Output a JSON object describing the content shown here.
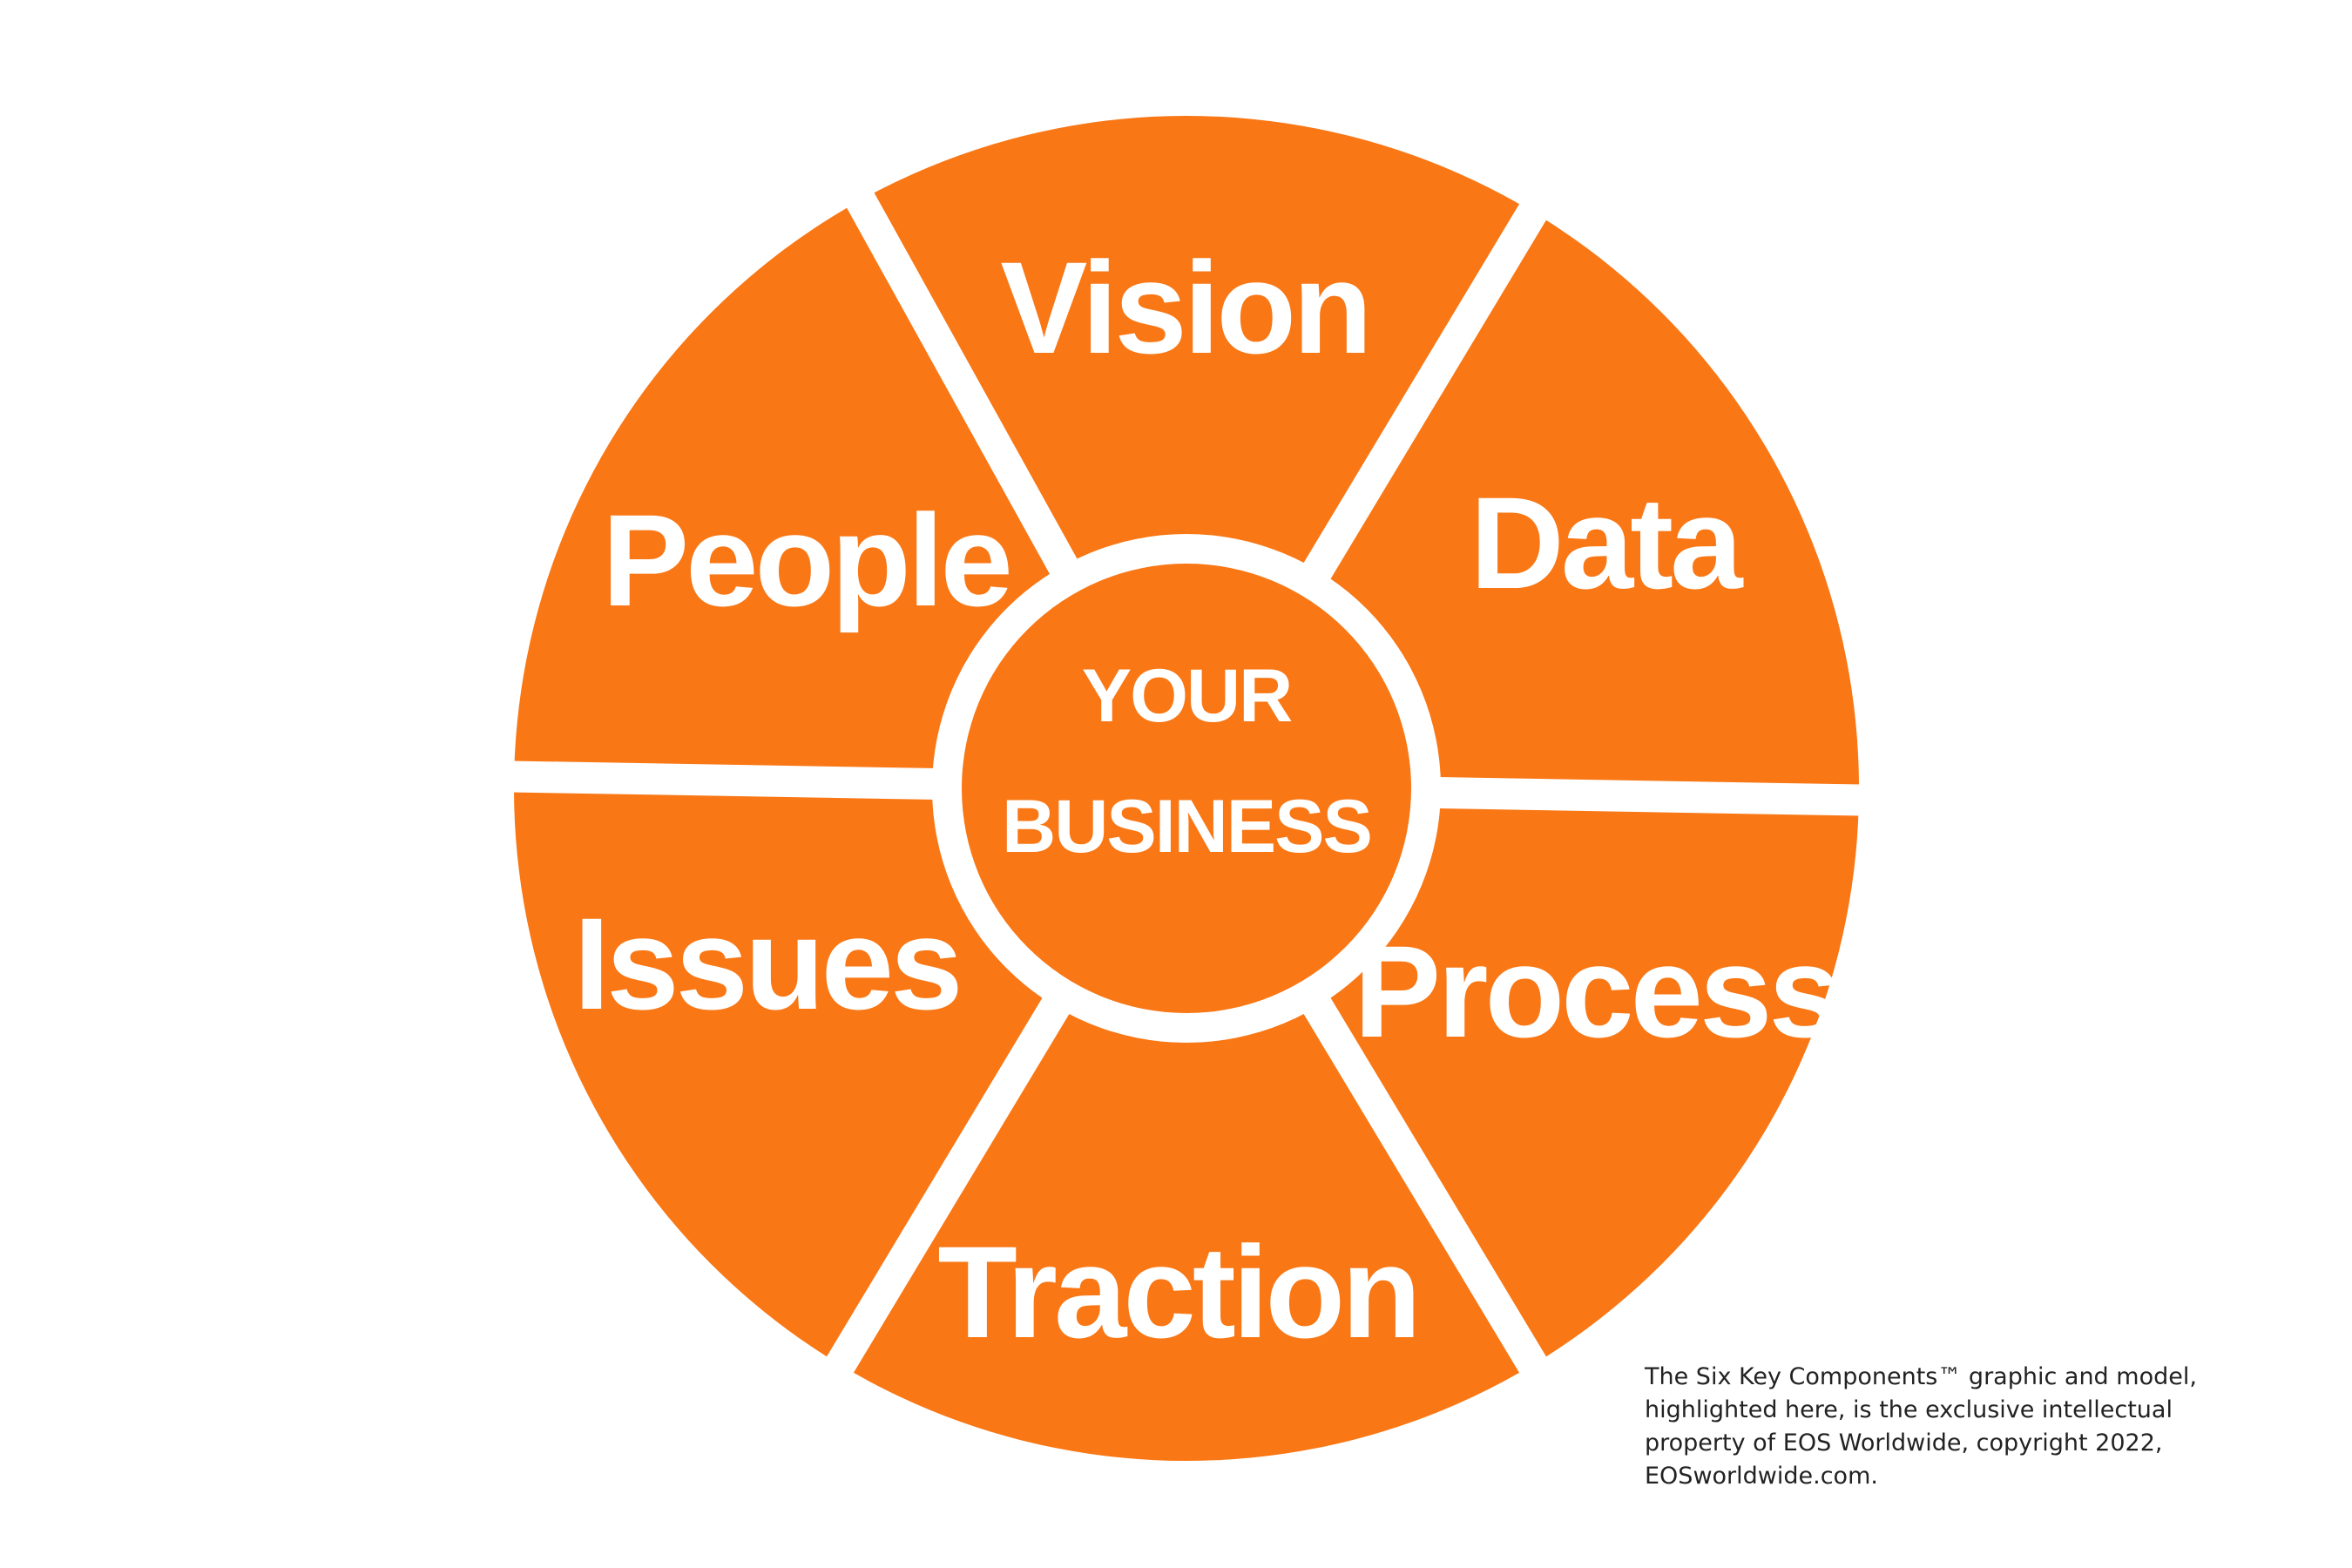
{
  "diagram": {
    "segments": [
      {
        "id": "vision",
        "label": "Vision"
      },
      {
        "id": "data",
        "label": "Data"
      },
      {
        "id": "process",
        "label": "Process"
      },
      {
        "id": "traction",
        "label": "Traction"
      },
      {
        "id": "issues",
        "label": "Issues"
      },
      {
        "id": "people",
        "label": "People"
      }
    ],
    "hub": {
      "line1": "YOUR",
      "line2": "BUSINESS"
    },
    "colors": {
      "segment_fill": "#F97715",
      "gap": "#FFFFFF",
      "text": "#FFFFFF"
    }
  },
  "caption": {
    "lines": [
      "The Six Key Components™ graphic and model,",
      "highlighted here, is the exclusive intellectual",
      "property of EOS Worldwide, copyright 2022,",
      "EOSworldwide.com."
    ]
  }
}
